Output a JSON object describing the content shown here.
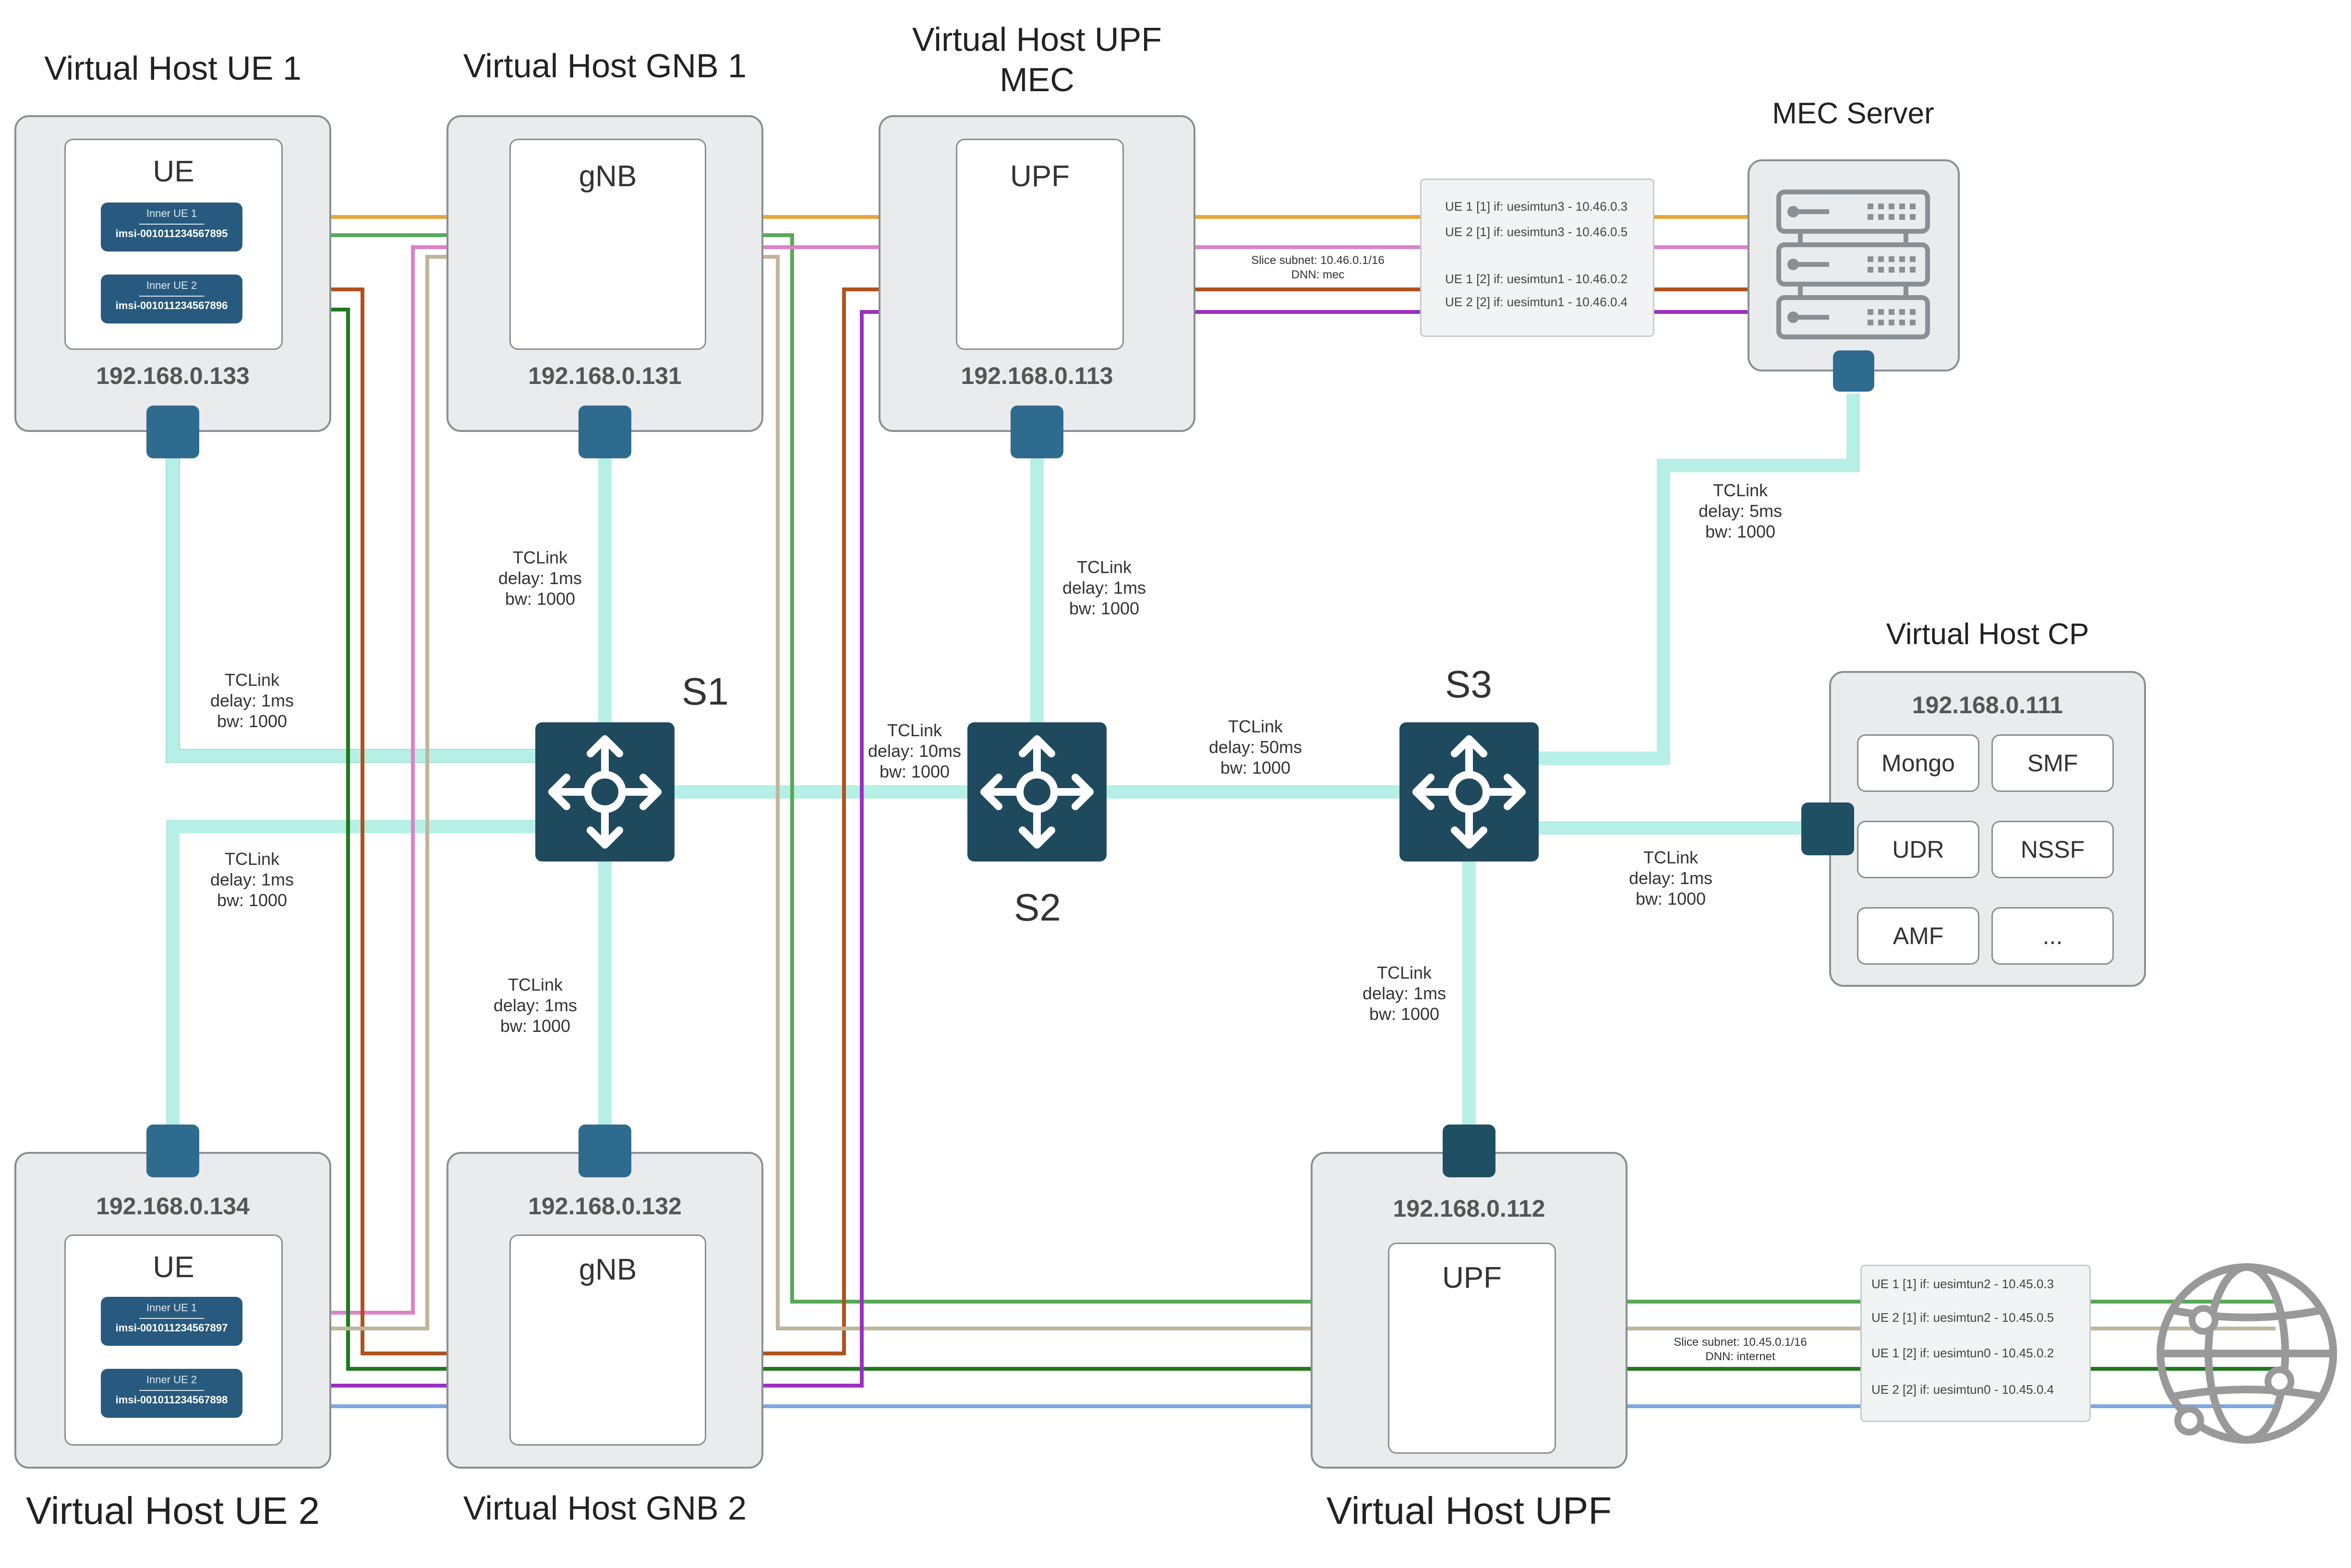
{
  "hosts": {
    "ue1": {
      "title": "Virtual Host UE 1",
      "ip": "192.168.0.133",
      "inner": "UE",
      "chips": [
        {
          "name": "Inner UE 1",
          "imsi": "imsi-001011234567895"
        },
        {
          "name": "Inner UE 2",
          "imsi": "imsi-001011234567896"
        }
      ]
    },
    "gnb1": {
      "title": "Virtual Host GNB 1",
      "ip": "192.168.0.131",
      "inner": "gNB"
    },
    "upfmec": {
      "title": "Virtual Host UPF\nMEC",
      "ip": "192.168.0.113",
      "inner": "UPF"
    },
    "mec": {
      "title": "MEC Server"
    },
    "cp": {
      "title": "Virtual Host CP",
      "ip": "192.168.0.111",
      "functions": [
        "Mongo",
        "SMF",
        "UDR",
        "NSSF",
        "AMF",
        "..."
      ]
    },
    "ue2": {
      "title": "Virtual Host UE 2",
      "ip": "192.168.0.134",
      "inner": "UE",
      "chips": [
        {
          "name": "Inner UE 1",
          "imsi": "imsi-001011234567897"
        },
        {
          "name": "Inner UE 2",
          "imsi": "imsi-001011234567898"
        }
      ]
    },
    "gnb2": {
      "title": "Virtual Host GNB 2",
      "ip": "192.168.0.132",
      "inner": "gNB"
    },
    "upf": {
      "title": "Virtual Host UPF",
      "ip": "192.168.0.112",
      "inner": "UPF"
    }
  },
  "switches": {
    "s1": "S1",
    "s2": "S2",
    "s3": "S3"
  },
  "tclinks": {
    "ue1_s1": "TCLink\ndelay: 1ms\nbw: 1000",
    "gnb1_s1": "TCLink\ndelay: 1ms\nbw: 1000",
    "upfmec_s2": "TCLink\ndelay: 1ms\nbw: 1000",
    "mec_s3": "TCLink\ndelay: 5ms\nbw: 1000",
    "s1_s2": "TCLink\ndelay: 10ms\nbw: 1000",
    "s2_s3": "TCLink\ndelay: 50ms\nbw: 1000",
    "ue2_s1": "TCLink\ndelay: 1ms\nbw: 1000",
    "gnb2_s1": "TCLink\ndelay: 1ms\nbw: 1000",
    "cp_s3": "TCLink\ndelay: 1ms\nbw: 1000",
    "upf_s3": "TCLink\ndelay: 1ms\nbw: 1000"
  },
  "mec_routes": [
    "UE 1 [1] if: uesimtun3 - 10.46.0.3",
    "UE 2 [1] if: uesimtun3 - 10.46.0.5",
    "UE 1 [2] if: uesimtun1 - 10.46.0.2",
    "UE 2 [2] if: uesimtun1 - 10.46.0.4"
  ],
  "mec_slice": "Slice subnet: 10.46.0.1/16\nDNN: mec",
  "internet_routes": [
    "UE 1 [1] if: uesimtun2 - 10.45.0.3",
    "UE 2 [1] if: uesimtun2 - 10.45.0.5",
    "UE 1 [2] if: uesimtun0 - 10.45.0.2",
    "UE 2 [2] if: uesimtun0 - 10.45.0.4"
  ],
  "internet_slice": "Slice subnet: 10.45.0.1/16\nDNN: internet",
  "colors": {
    "link": "#b6efe6",
    "orange": "#e8a33a",
    "green": "#57a957",
    "pink": "#dd82c9",
    "brown": "#b0521e",
    "darkgreen": "#1e7a1e",
    "tan": "#bfb59c",
    "purple": "#9b2fc1",
    "blue": "#7ea7df"
  },
  "icons": [
    "server-icon",
    "globe-icon",
    "switch-arrows-icon"
  ]
}
